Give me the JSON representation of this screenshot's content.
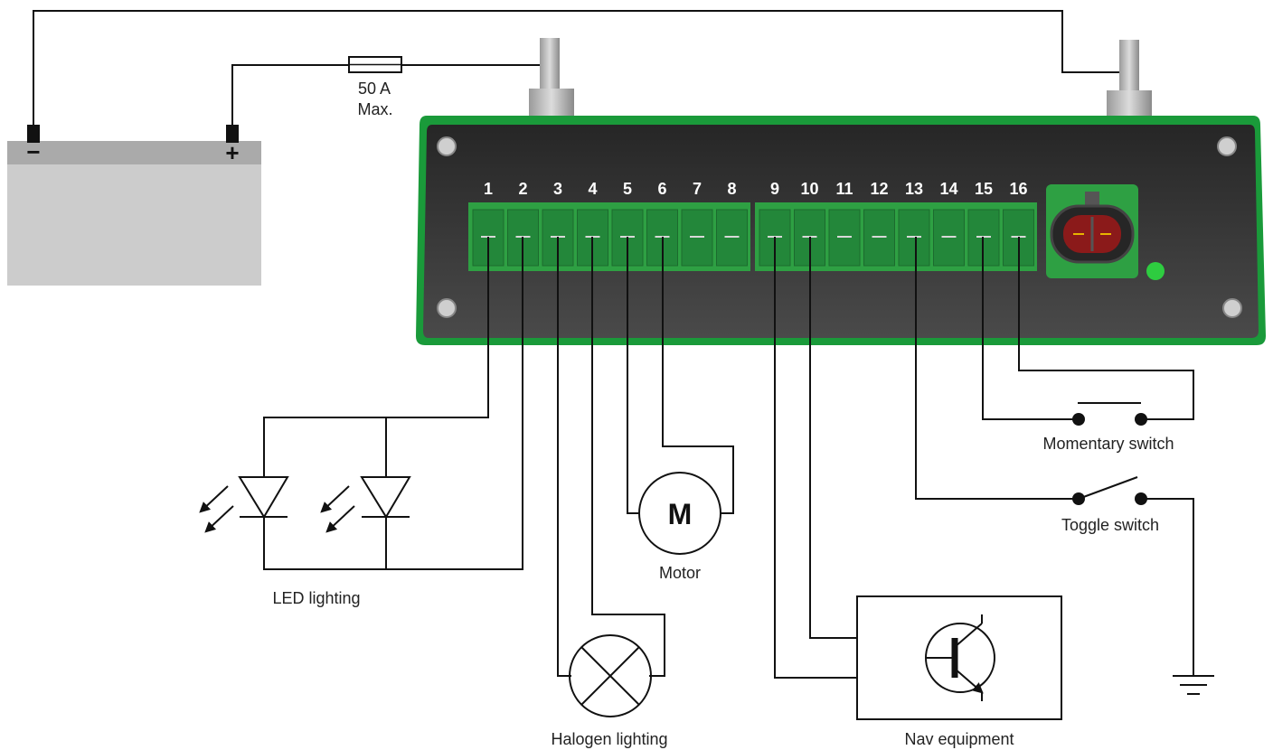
{
  "fuse": {
    "rating": "50 A",
    "note": "Max."
  },
  "battery": {
    "neg": "−",
    "pos": "+"
  },
  "channels": [
    "1",
    "2",
    "3",
    "4",
    "5",
    "6",
    "7",
    "8",
    "9",
    "10",
    "11",
    "12",
    "13",
    "14",
    "15",
    "16"
  ],
  "labels": {
    "led": "LED lighting",
    "halogen": "Halogen lighting",
    "motor": "Motor",
    "motor_symbol": "M",
    "nav": "Nav equipment",
    "momentary": "Momentary switch",
    "toggle": "Toggle switch"
  },
  "colors": {
    "enclosure_border": "#1a9a3a",
    "enclosure_body": "#333333",
    "terminal_block": "#2ea043",
    "connector": "#8b1a1a",
    "status_led": "#2ecc40",
    "battery_body": "#cccccc",
    "battery_top": "#aaaaaa"
  }
}
